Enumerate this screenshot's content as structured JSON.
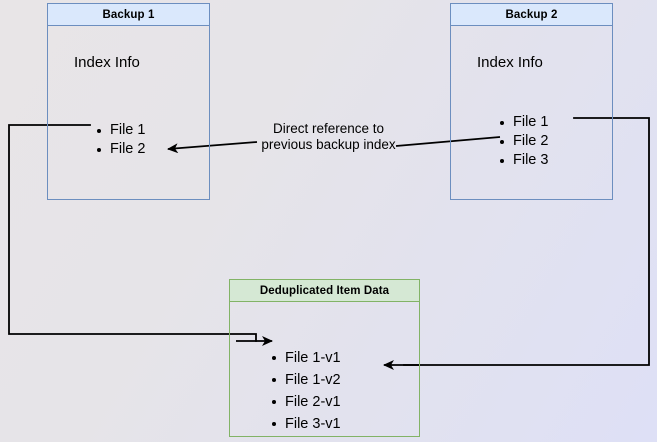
{
  "diagram": {
    "title_hidden": "Backup deduplication index reference diagram",
    "background_colors": {
      "start": "#e8e5e7",
      "end": "#dee0f6"
    },
    "blue_border": "#6c8ebf",
    "blue_header_fill": "#dae8fc",
    "green_border": "#82b366",
    "green_header_fill": "#d5e8d4",
    "wire_color": "#000000"
  },
  "backup1": {
    "header": "Backup 1",
    "subtitle": "Index Info",
    "items": [
      {
        "label": "File 1"
      },
      {
        "label": "File 2"
      }
    ]
  },
  "backup2": {
    "header": "Backup 2",
    "subtitle": "Index Info",
    "items": [
      {
        "label": "File 1"
      },
      {
        "label": "File 2"
      },
      {
        "label": "File 3"
      }
    ]
  },
  "dedup": {
    "header": "Deduplicated Item Data",
    "items": [
      {
        "label": "File 1-v1"
      },
      {
        "label": "File 1-v2"
      },
      {
        "label": "File 2-v1"
      },
      {
        "label": "File 3-v1"
      }
    ]
  },
  "annotations": {
    "center_label_line1": "Direct reference to",
    "center_label_line2": "previous backup index"
  }
}
